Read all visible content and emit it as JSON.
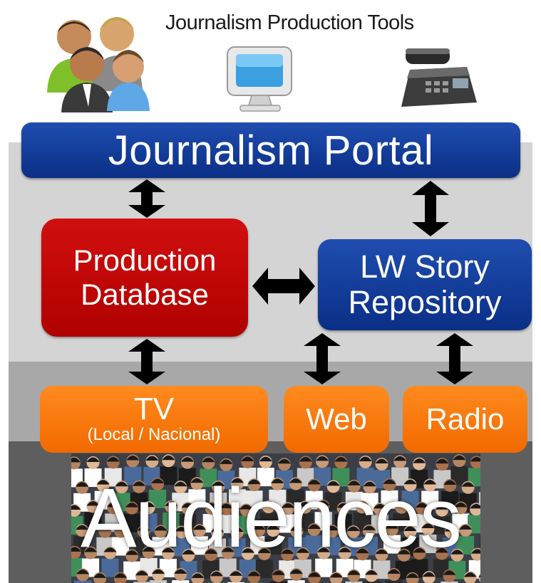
{
  "header": {
    "title": "Journalism Production Tools"
  },
  "portal": {
    "label": "Journalism Portal"
  },
  "production_database": {
    "line1": "Production",
    "line2": "Database"
  },
  "story_repository": {
    "line1": "LW Story",
    "line2": "Repository"
  },
  "channels": {
    "tv": {
      "label": "TV",
      "sublabel": "(Local / Nacional)"
    },
    "web": {
      "label": "Web"
    },
    "radio": {
      "label": "Radio"
    }
  },
  "audiences": {
    "label": "Audiences"
  },
  "icons": [
    "people-group-icon",
    "computer-monitor-icon",
    "telephone-icon"
  ],
  "colors": {
    "portal_blue": "#0d3694",
    "database_red": "#c40808",
    "channel_orange": "#f7790b",
    "arrow_black": "#000000"
  }
}
